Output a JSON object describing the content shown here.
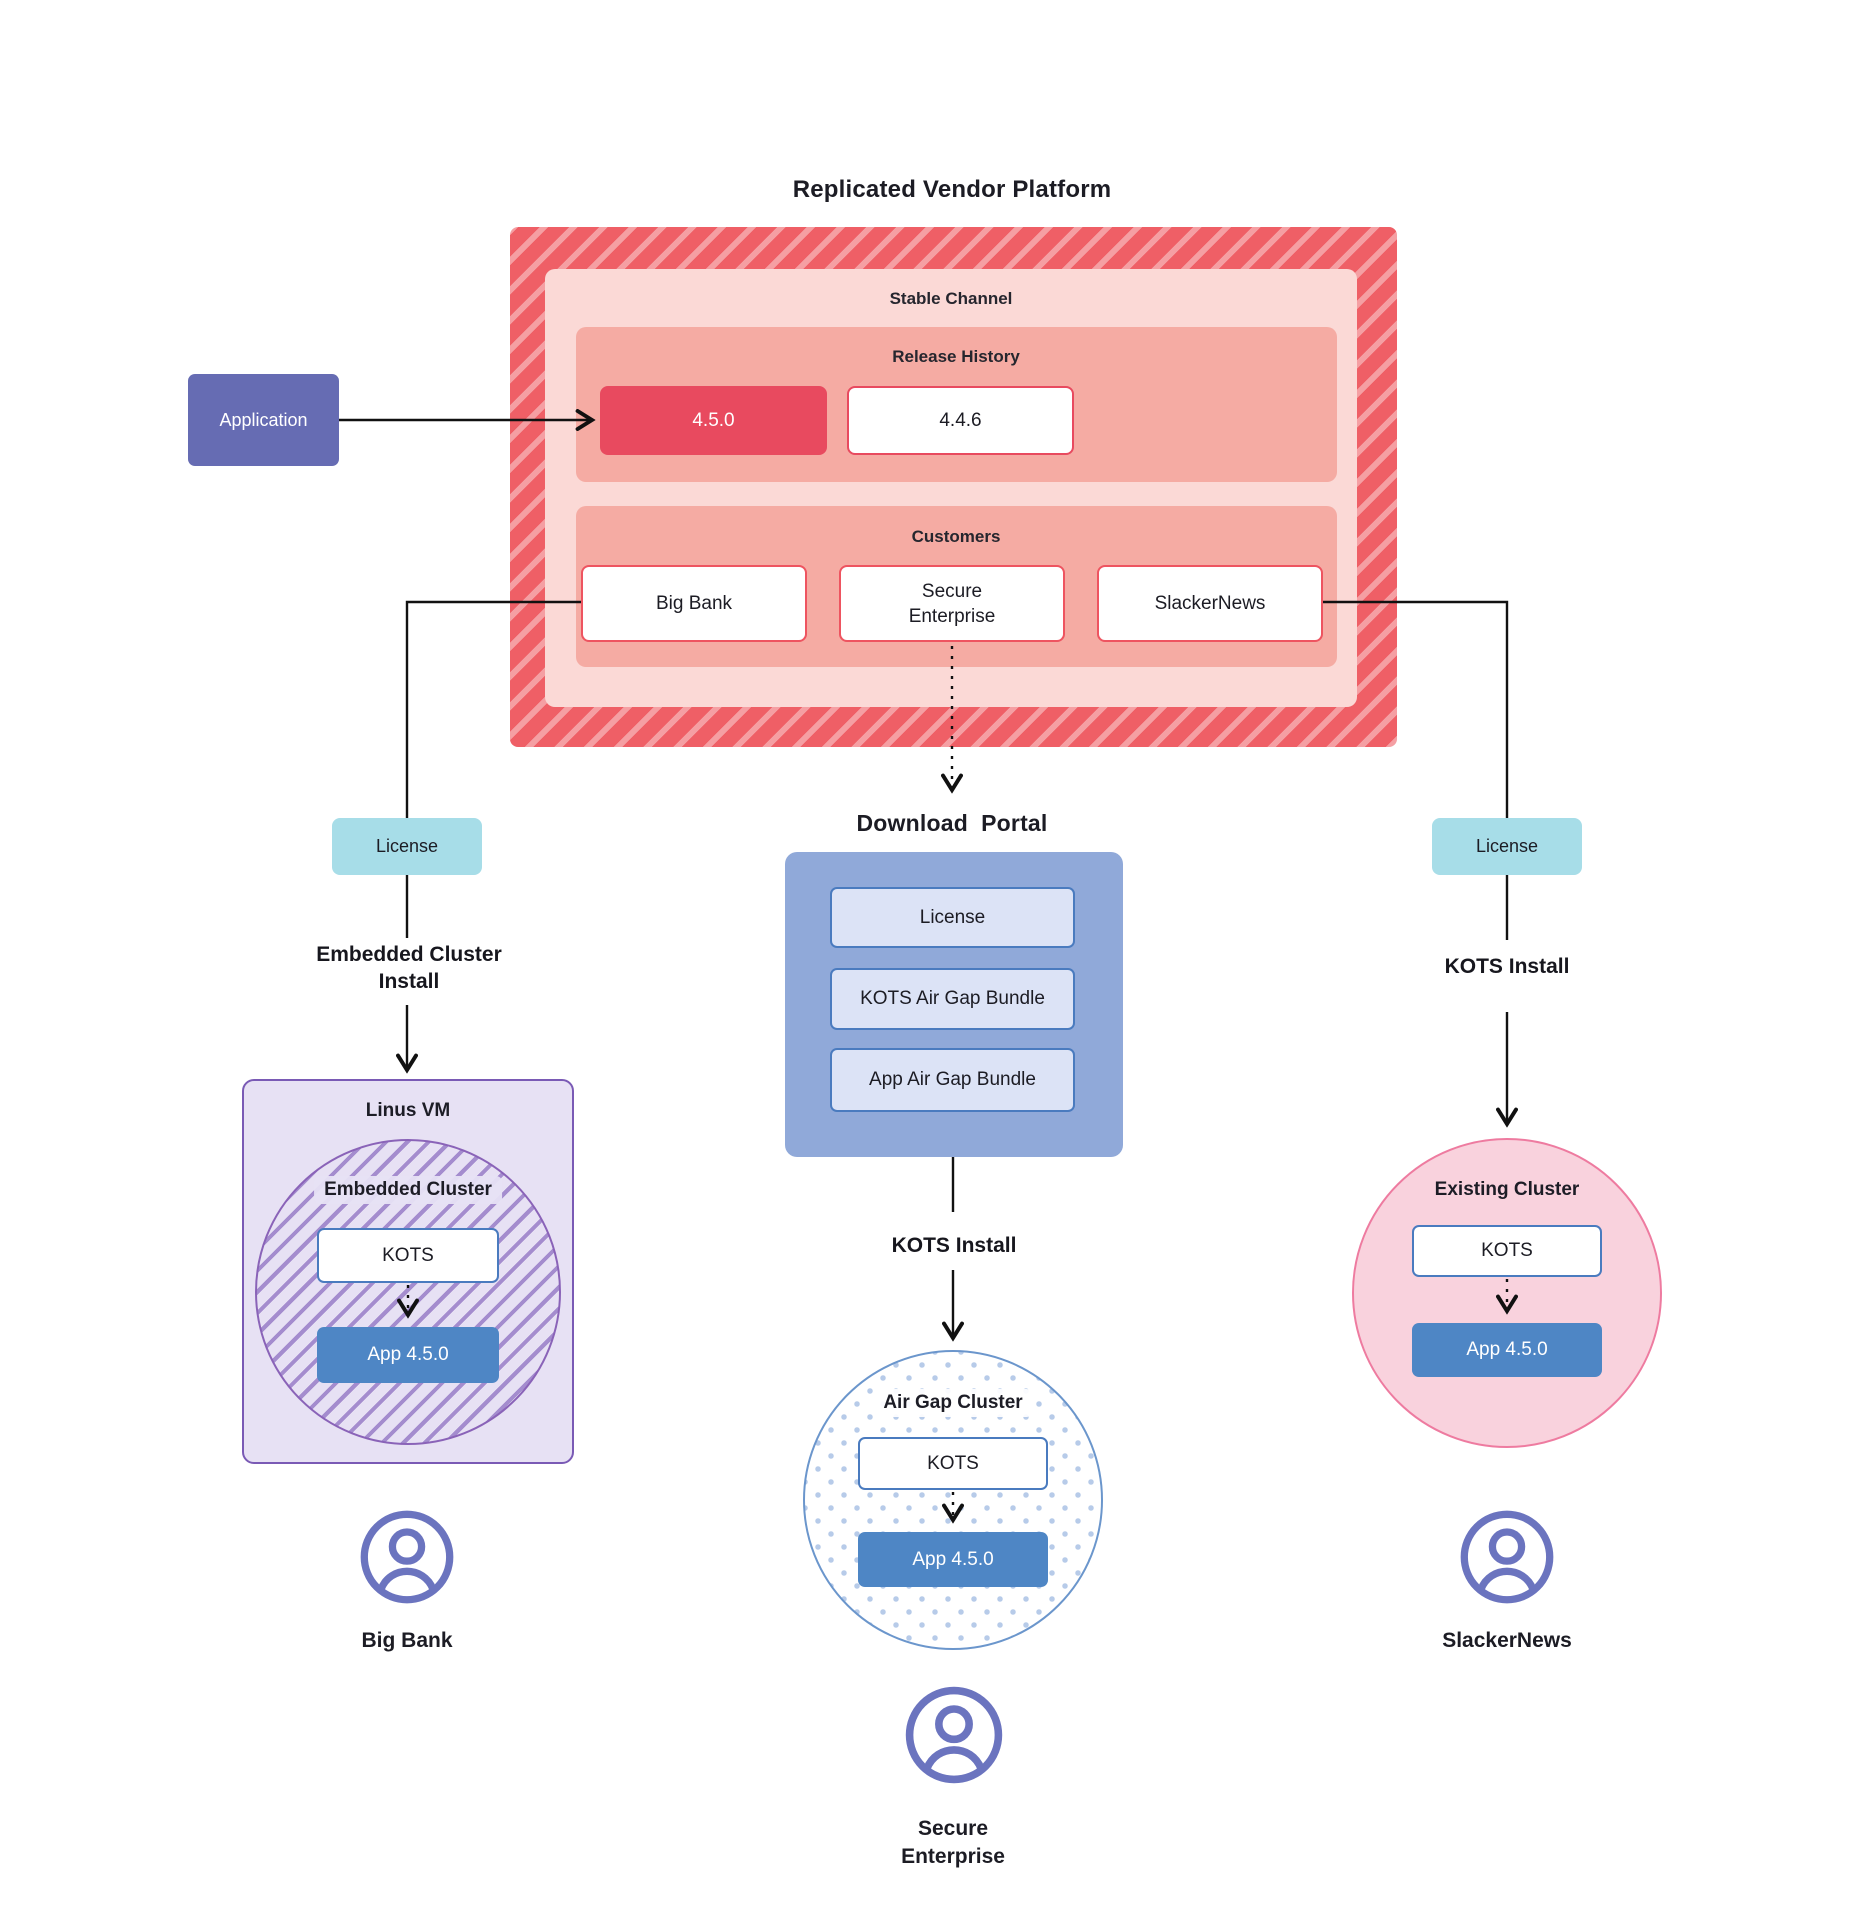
{
  "title": "Replicated Vendor Platform",
  "application": {
    "label": "Application"
  },
  "platform": {
    "stable_channel_label": "Stable Channel",
    "release_history": {
      "label": "Release History",
      "current_release": "4.5.0",
      "previous_release": "4.4.6"
    },
    "customers": {
      "label": "Customers",
      "big_bank": "Big Bank",
      "secure_enterprise": "Secure\nEnterprise",
      "slackernews": "SlackerNews"
    }
  },
  "download_portal": {
    "title": "Download  Portal",
    "items": [
      "License",
      "KOTS Air Gap Bundle",
      "App Air Gap Bundle"
    ]
  },
  "left_flow": {
    "license_label": "License",
    "install_label": "Embedded Cluster\nInstall",
    "vm_label": "Linus VM",
    "cluster_label": "Embedded Cluster",
    "kots_label": "KOTS",
    "app_label": "App 4.5.0",
    "customer_label": "Big Bank"
  },
  "center_flow": {
    "install_label": "KOTS Install",
    "cluster_label": "Air Gap Cluster",
    "kots_label": "KOTS",
    "app_label": "App 4.5.0",
    "customer_label": "Secure\nEnterprise"
  },
  "right_flow": {
    "license_label": "License",
    "install_label": "KOTS Install",
    "cluster_label": "Existing Cluster",
    "kots_label": "KOTS",
    "app_label": "App 4.5.0",
    "customer_label": "SlackerNews"
  },
  "colors": {
    "hatch_red": "#ef5f66",
    "stable_pink": "#fbd9d6",
    "panel_salmon": "#f5aba3",
    "release_red": "#e84a5f",
    "box_border_red": "#ee5460",
    "application_purple": "#666cb3",
    "license_cyan": "#a7dde8",
    "portal_blue": "#90a9d9",
    "portal_item_fill": "#dce3f6",
    "kots_border_blue": "#4a7bbf",
    "app_blue": "#4e86c5",
    "vm_lavender": "#e7e1f4",
    "vm_border_purple": "#7a5ab5",
    "existing_pink": "#f9d2dd",
    "existing_border": "#ee7ba0",
    "person_purple": "#6b74bf",
    "connector_black": "#111111"
  }
}
